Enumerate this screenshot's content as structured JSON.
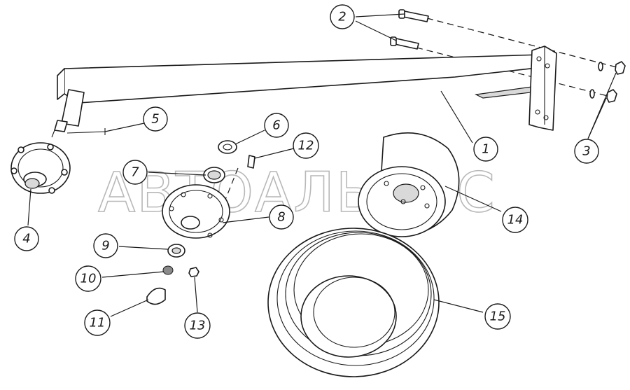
{
  "diagram": {
    "watermark": "АВТОАЛЬЯНС",
    "callouts": [
      {
        "id": "c1",
        "label": "1"
      },
      {
        "id": "c2",
        "label": "2"
      },
      {
        "id": "c3",
        "label": "3"
      },
      {
        "id": "c4",
        "label": "4"
      },
      {
        "id": "c5",
        "label": "5"
      },
      {
        "id": "c6",
        "label": "6"
      },
      {
        "id": "c7",
        "label": "7"
      },
      {
        "id": "c8",
        "label": "8"
      },
      {
        "id": "c9",
        "label": "9"
      },
      {
        "id": "c10",
        "label": "10"
      },
      {
        "id": "c11",
        "label": "11"
      },
      {
        "id": "c12",
        "label": "12"
      },
      {
        "id": "c13",
        "label": "13"
      },
      {
        "id": "c14",
        "label": "14"
      },
      {
        "id": "c15",
        "label": "15"
      }
    ]
  }
}
